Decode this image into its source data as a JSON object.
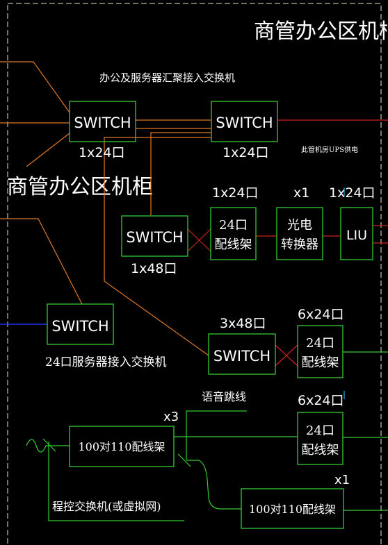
{
  "cabinet_title_top": "商管办公区机柜",
  "cabinet_title_mid": "商管办公区机柜",
  "aggregation_label": "办公及服务器汇聚接入交换机",
  "ups_note": "此管机房UPS供电",
  "server_switch_label": "24口服务器接入交换机",
  "voice_jumper_label": "语音跳线",
  "pbx_label": "程控交换机(或虚拟网)",
  "switch_text": "SWITCH",
  "patch24_line1": "24口",
  "patch24_line2": "配线架",
  "converter_line1": "光电",
  "converter_line2": "转换器",
  "liu_text": "LIU",
  "patch110_text": "100对110配线架",
  "qty": {
    "sw_agg_left": "1x24口",
    "sw_agg_right": "1x24口",
    "patch_top": "1x24口",
    "converter": "x1",
    "liu": "1x24口",
    "sw48": "1x48口",
    "sw_3x48": "3x48口",
    "patch_mid": "6x24口",
    "patch_low": "6x24口",
    "p110_left": "x3",
    "p110_right": "x1"
  }
}
